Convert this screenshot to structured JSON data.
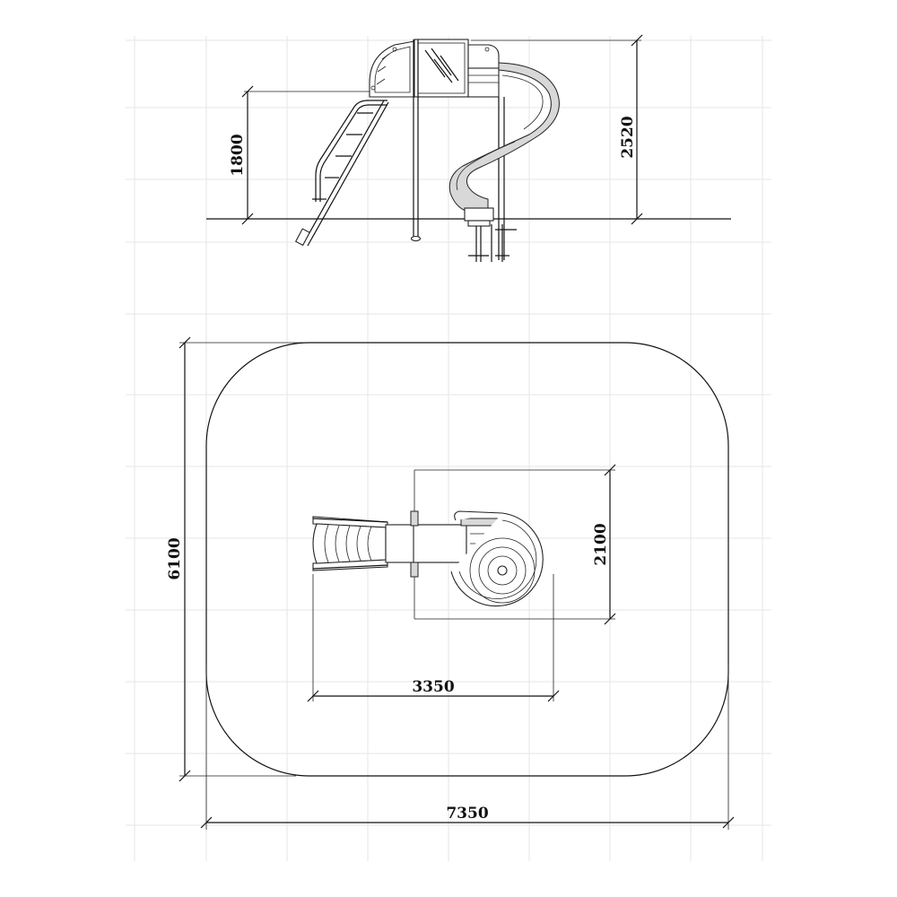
{
  "dimensions": {
    "platform_height": "1800",
    "total_height": "2520",
    "safety_zone_depth": "6100",
    "safety_zone_width": "7350",
    "equipment_length": "3350",
    "equipment_width": "2100"
  },
  "colors": {
    "line": "#111111",
    "grid": "#e6e6e6",
    "fill": "#ffffff",
    "shade": "#d8d8d8"
  }
}
